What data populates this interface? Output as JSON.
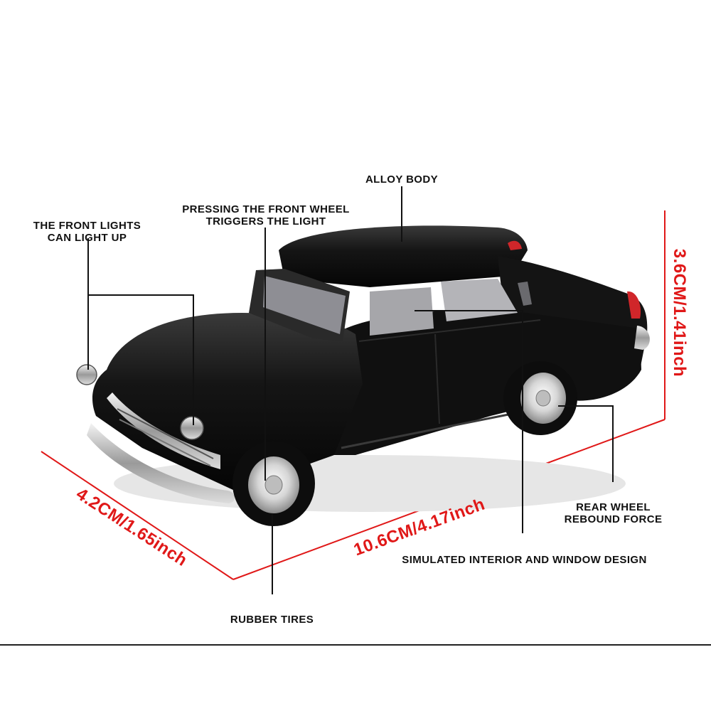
{
  "labels": {
    "alloy_body": "ALLOY BODY",
    "front_wheel_line1": "PRESSING THE FRONT WHEEL",
    "front_wheel_line2": "TRIGGERS THE LIGHT",
    "front_lights_line1": "THE FRONT LIGHTS",
    "front_lights_line2": "CAN LIGHT UP",
    "rear_wheel_line1": "REAR WHEEL",
    "rear_wheel_line2": "REBOUND FORCE",
    "interior": "SIMULATED INTERIOR AND WINDOW DESIGN",
    "tires": "RUBBER TIRES"
  },
  "dimensions": {
    "height": "3.6CM/1.41inch",
    "length": "10.6CM/4.17inch",
    "width": "4.2CM/1.65inch"
  },
  "colors": {
    "body": "#121212",
    "dimension_line": "#e01818",
    "callout_line": "#111111",
    "chrome": "#c8c8c8",
    "taillight": "#d0262a"
  }
}
